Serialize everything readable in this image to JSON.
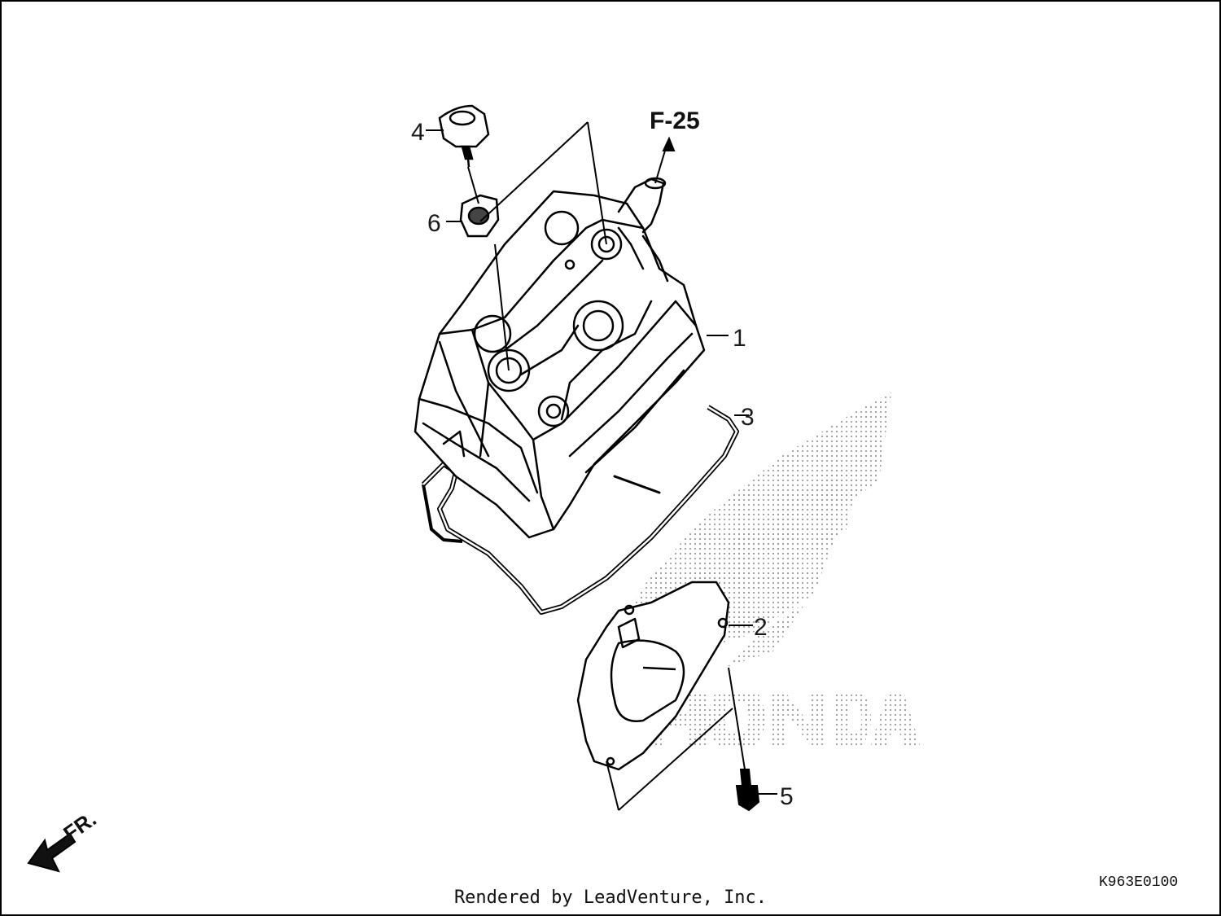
{
  "diagram": {
    "reference_code": "F-25",
    "direction_label": "FR.",
    "watermark_brand": "HONDA",
    "callouts": [
      {
        "id": "1",
        "label": "1"
      },
      {
        "id": "2",
        "label": "2"
      },
      {
        "id": "3",
        "label": "3"
      },
      {
        "id": "4",
        "label": "4"
      },
      {
        "id": "5",
        "label": "5"
      },
      {
        "id": "6",
        "label": "6"
      }
    ]
  },
  "footer": {
    "credit": "Rendered by LeadVenture, Inc.",
    "diagram_code": "K963E0100"
  }
}
